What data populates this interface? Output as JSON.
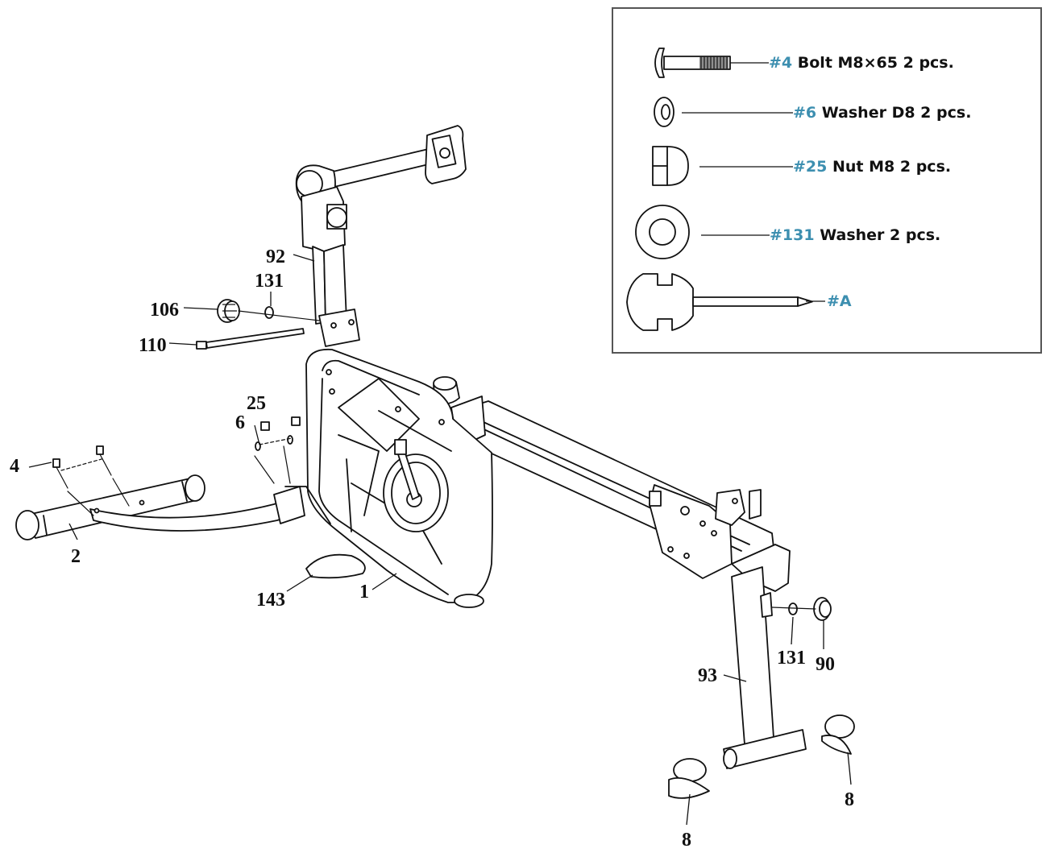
{
  "callouts": {
    "c92": "92",
    "c131a": "131",
    "c106": "106",
    "c110": "110",
    "c25": "25",
    "c6": "6",
    "c4": "4",
    "c2": "2",
    "c143": "143",
    "c1": "1",
    "c131b": "131",
    "c90": "90",
    "c93": "93",
    "c8a": "8",
    "c8b": "8"
  },
  "hardware": [
    {
      "num": "#4",
      "desc": "Bolt M8×65  2 pcs."
    },
    {
      "num": "#6",
      "desc": "Washer D8  2 pcs."
    },
    {
      "num": "#25",
      "desc": "Nut M8  2 pcs."
    },
    {
      "num": "#131",
      "desc": "Washer 2 pcs."
    },
    {
      "num": "#A",
      "desc": ""
    }
  ],
  "colors": {
    "part_number": "#3d8fb0",
    "line": "#111111",
    "box_border": "#555555"
  }
}
